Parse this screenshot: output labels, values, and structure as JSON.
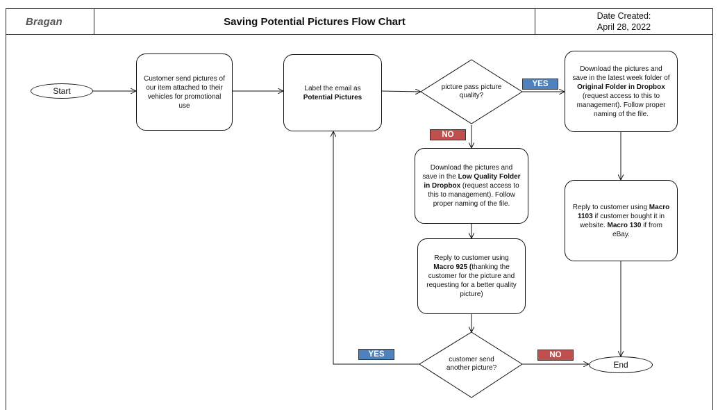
{
  "header": {
    "logo": "Bragan",
    "title": "Saving Potential Pictures Flow Chart",
    "date_label": "Date Created:",
    "date_value": "April 28, 2022"
  },
  "nodes": {
    "start": "Start",
    "end": "End",
    "customer_send": "Customer send pictures of our item attached to their vehicles for promotional use",
    "label_email_pre": "Label the email as",
    "label_email_bold": "Potential Pictures",
    "decision_quality": "picture pass picture quality?",
    "download_original_pre": "Download the pictures and save in the latest week folder of",
    "download_original_bold": "Original Folder in Dropbox",
    "download_original_post": "(request access to this to management). Follow proper naming of the file.",
    "download_low_pre": "Download the pictures and save in the",
    "download_low_bold": "Low Quality Folder in Dropbox",
    "download_low_post": "(request access to this to management). Follow proper naming of the file.",
    "reply_925_pre": "Reply to customer using",
    "reply_925_bold": "Macro 925 (",
    "reply_925_post": "thanking the customer for the picture and requesting for a better quality picture)",
    "reply_1103_pre": "Reply to customer using",
    "reply_1103_bold": "Macro 1103",
    "reply_1103_mid": "if customer bought it in website.",
    "reply_1103_bold2": "Macro 130",
    "reply_1103_post": "if from eBay.",
    "decision_another": "customer send another picture?"
  },
  "labels": {
    "yes_quality": "YES",
    "no_quality": "NO",
    "yes_another": "YES",
    "no_another": "NO"
  },
  "colors": {
    "yes": "#4f81bd",
    "no": "#c0504d"
  }
}
